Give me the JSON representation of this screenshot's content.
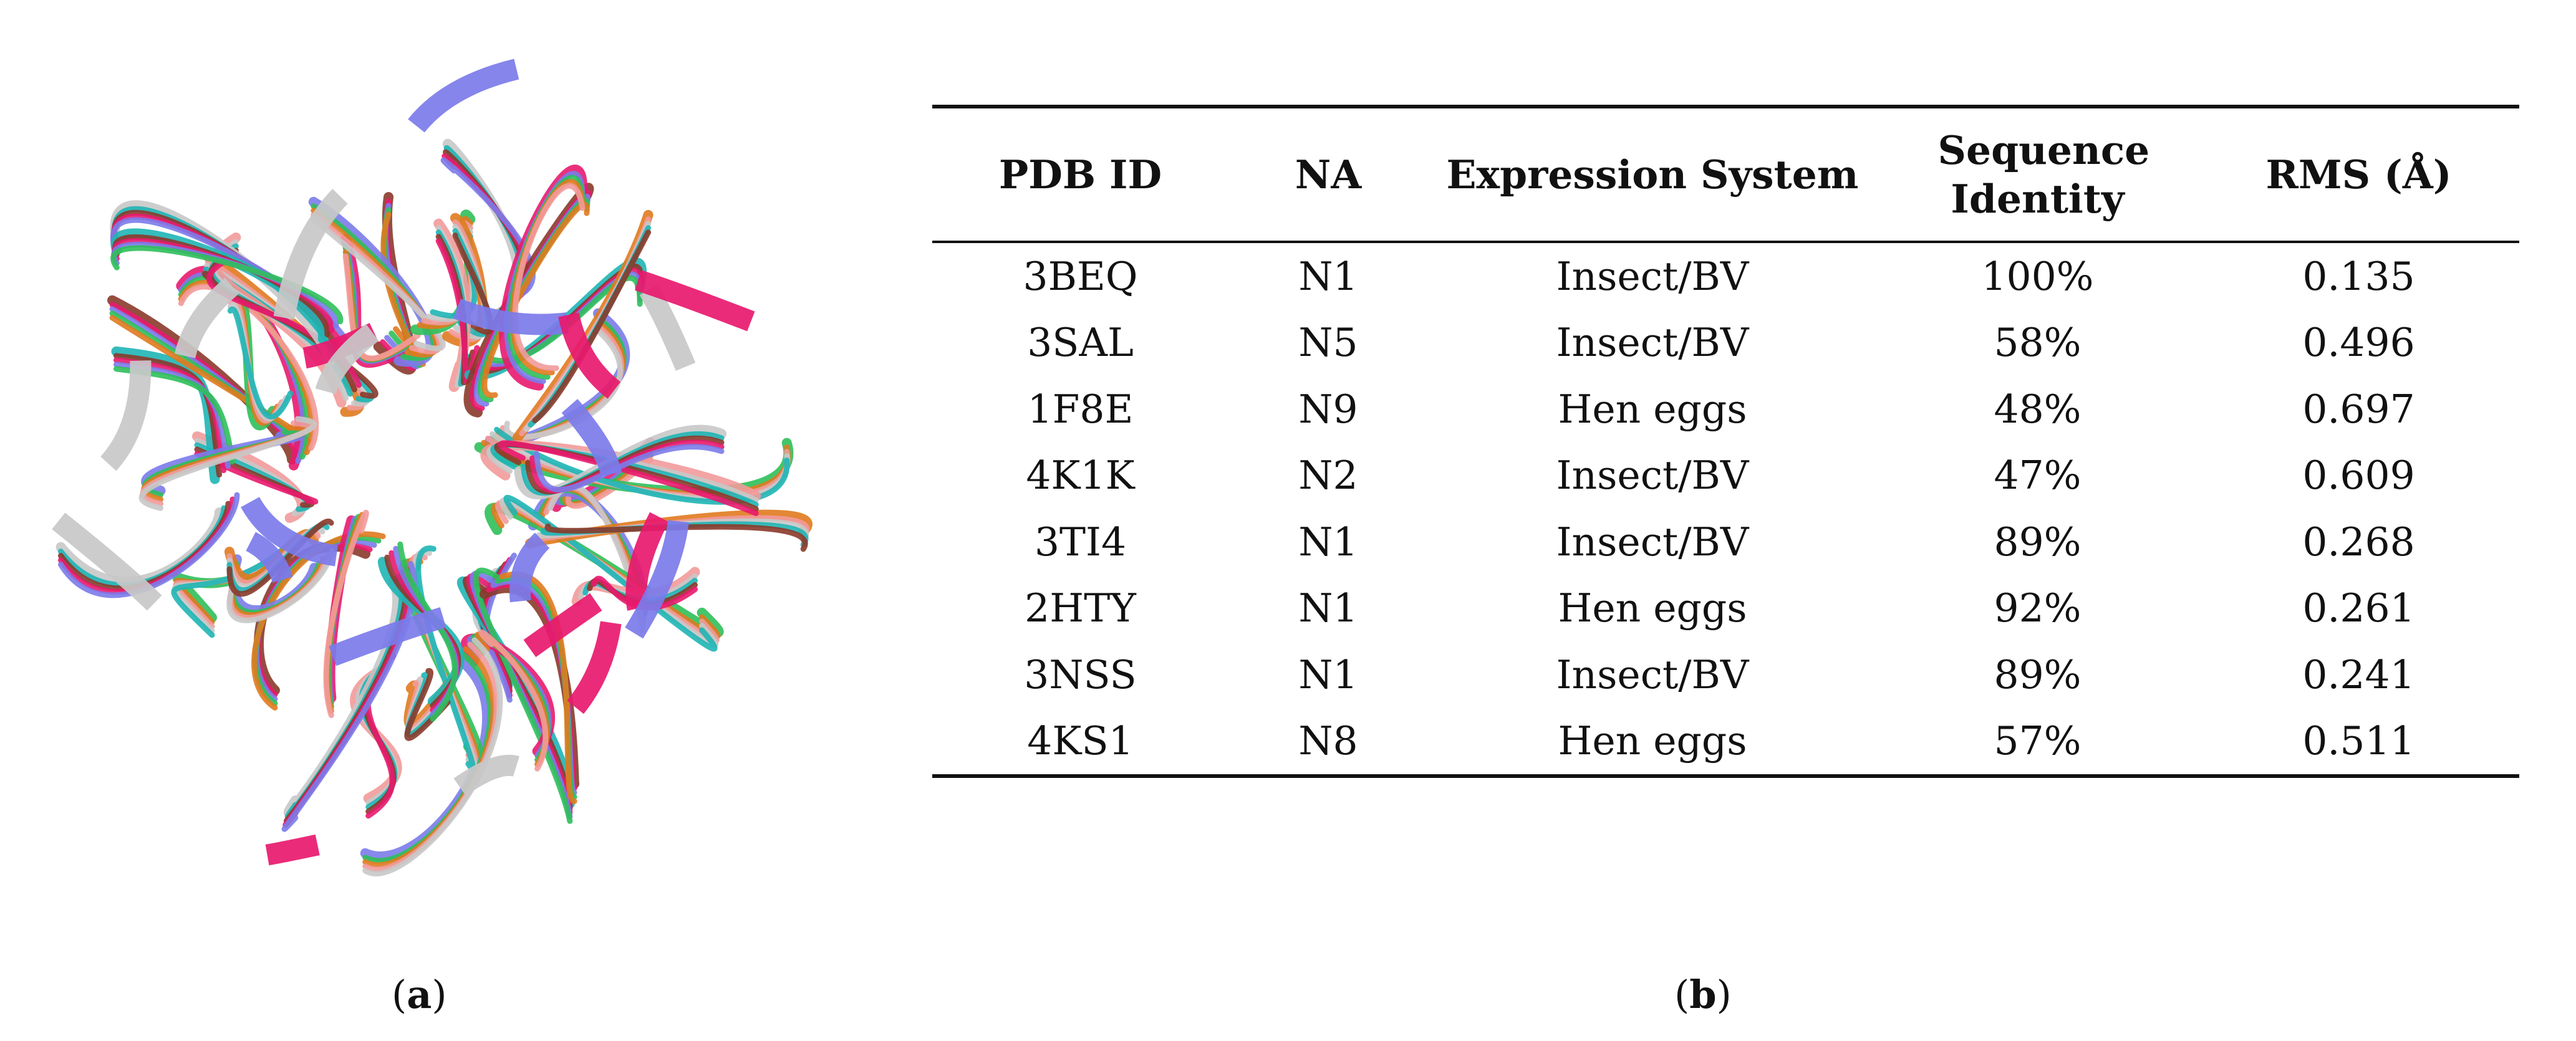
{
  "figure": {
    "panel_a": {
      "caption_letter": "a"
    },
    "panel_b": {
      "caption_letter": "b"
    }
  },
  "table": {
    "headers": [
      "PDB ID",
      "NA",
      "Expression System",
      "Sequence Identity",
      "RMS (Å)"
    ],
    "rows": [
      [
        "3BEQ",
        "N1",
        "Insect/BV",
        "100%",
        "0.135"
      ],
      [
        "3SAL",
        "N5",
        "Insect/BV",
        "58%",
        "0.496"
      ],
      [
        "1F8E",
        "N9",
        "Hen eggs",
        "48%",
        "0.697"
      ],
      [
        "4K1K",
        "N2",
        "Insect/BV",
        "47%",
        "0.609"
      ],
      [
        "3TI4",
        "N1",
        "Insect/BV",
        "89%",
        "0.268"
      ],
      [
        "2HTY",
        "N1",
        "Hen eggs",
        "92%",
        "0.261"
      ],
      [
        "3NSS",
        "N1",
        "Insect/BV",
        "89%",
        "0.241"
      ],
      [
        "4KS1",
        "N8",
        "Hen eggs",
        "57%",
        "0.511"
      ]
    ]
  },
  "colors": {
    "structure": [
      "#e8196e",
      "#7b7bea",
      "#2fbf5a",
      "#e07a1f",
      "#f29a9a",
      "#c8c8c8",
      "#1fb5b5",
      "#8a3a2a"
    ]
  }
}
